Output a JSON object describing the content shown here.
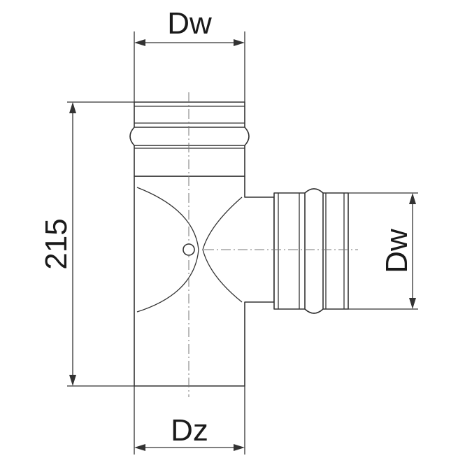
{
  "dimensions": {
    "top_width": "Dw",
    "branch_width": "Dw",
    "bottom_width": "Dz",
    "height": "215"
  }
}
